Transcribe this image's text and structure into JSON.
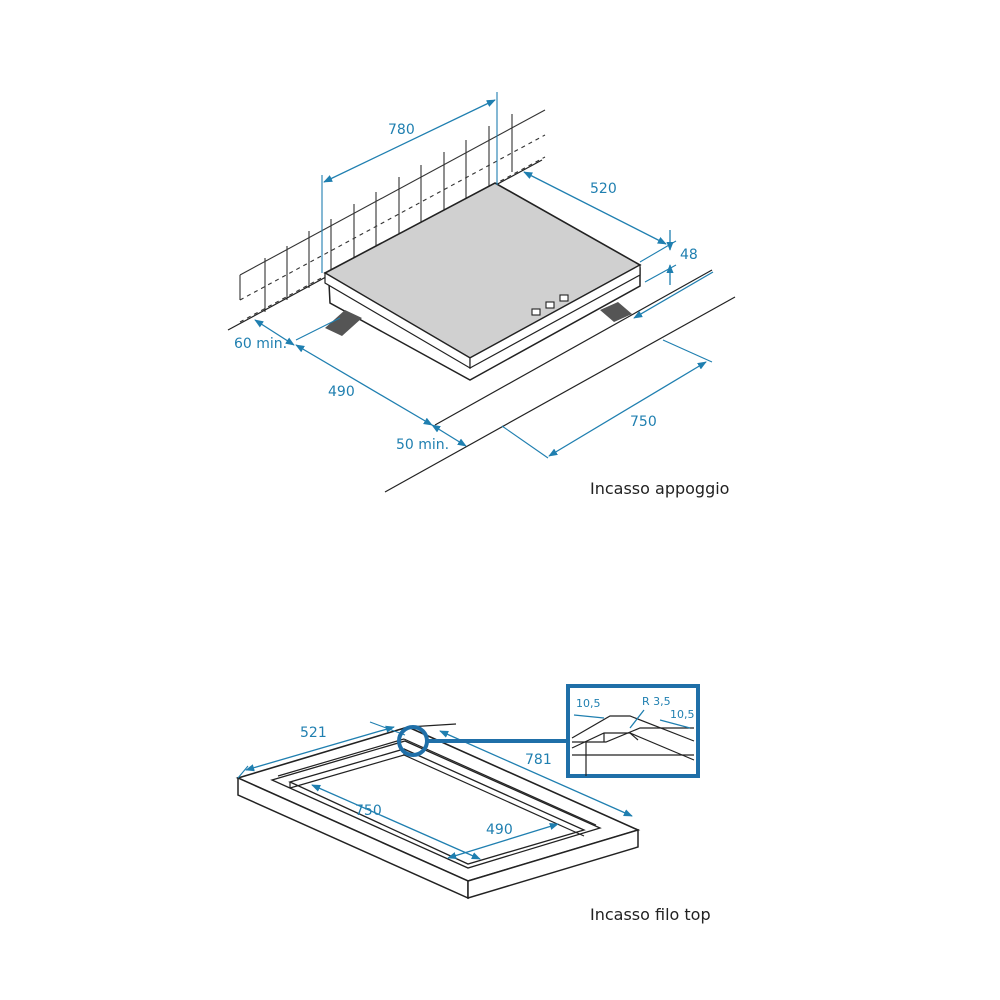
{
  "colors": {
    "dimension": "#1f7fb0",
    "highlight": "#1f6fa8",
    "hob_surface": "#d0d0d0",
    "line": "#222222"
  },
  "top_drawing": {
    "caption": "Incasso appoggio",
    "dimensions": {
      "width": "780",
      "depth": "520",
      "height": "48",
      "wall_clearance": "60 min.",
      "cutout_depth": "490",
      "front_clearance": "50 min.",
      "cutout_width": "750"
    }
  },
  "bottom_drawing": {
    "caption": "Incasso filo top",
    "dimensions": {
      "frame_depth": "521",
      "frame_width": "781",
      "inner_width": "750",
      "inner_depth": "490"
    },
    "detail": {
      "step_left": "10,5",
      "radius": "R 3,5",
      "step_right": "10,5"
    }
  }
}
